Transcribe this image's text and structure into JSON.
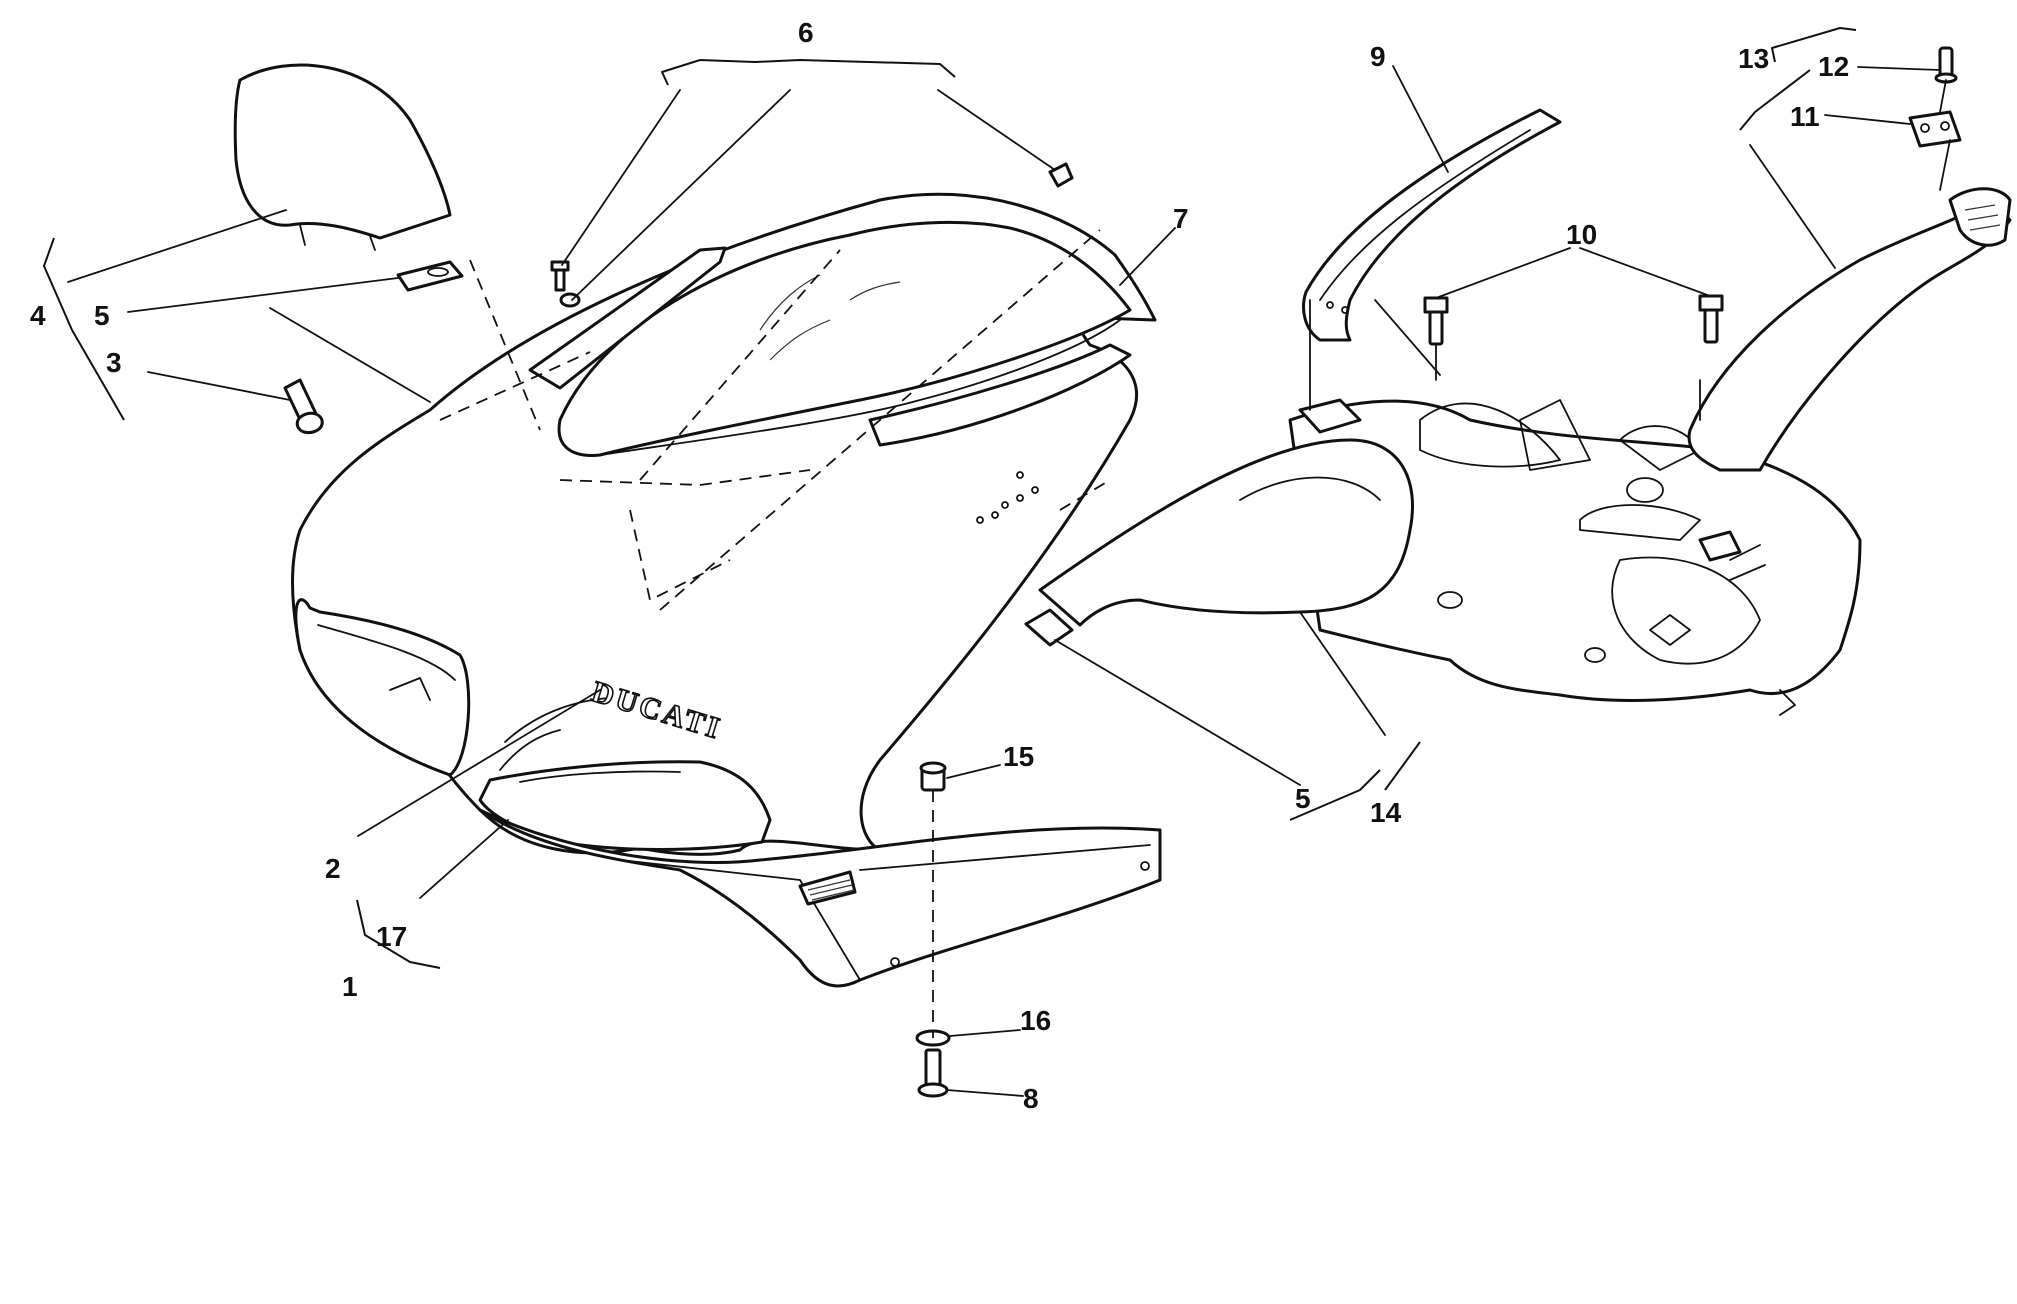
{
  "brand_text": "DUCATI",
  "callouts": {
    "c1": "1",
    "c2": "2",
    "c3": "3",
    "c4": "4",
    "c5a": "5",
    "c5b": "5",
    "c6": "6",
    "c7": "7",
    "c8": "8",
    "c9": "9",
    "c10": "10",
    "c11": "11",
    "c12": "12",
    "c13": "13",
    "c14": "14",
    "c15": "15",
    "c16": "16",
    "c17": "17"
  }
}
